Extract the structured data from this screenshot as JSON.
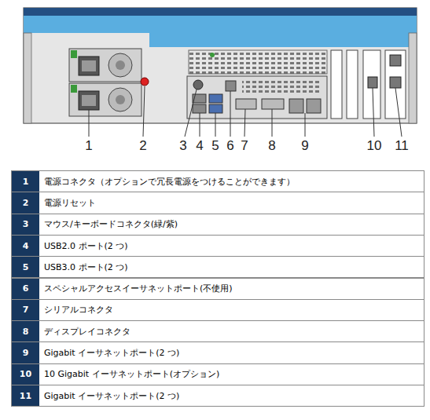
{
  "diagram": {
    "labels": [
      "1",
      "2",
      "3",
      "4",
      "5",
      "6",
      "7",
      "8",
      "9",
      "10",
      "11",
      "1",
      "電源コネクタ（オプションで冗長電源をつけることができます）",
      "2",
      "電源リセット",
      "3",
      "マウス/キーボードコネクタ(緑/紫)",
      "4",
      "USB2.0 ポート(2 つ)",
      "5",
      "USB3.0 ポート(2 つ)",
      "6",
      "スペシャルアクセスイーサネットポート(不使用)",
      "7",
      "シリアルコネクタ",
      "8",
      "ディスプレイコネクタ",
      "9",
      "Gigabit イーサネットポート(2 つ)",
      "10",
      "10 Gigabit イーサネットポート(オプション)",
      "11",
      "Gigabit イーサネットポート(2 つ)"
    ]
  }
}
